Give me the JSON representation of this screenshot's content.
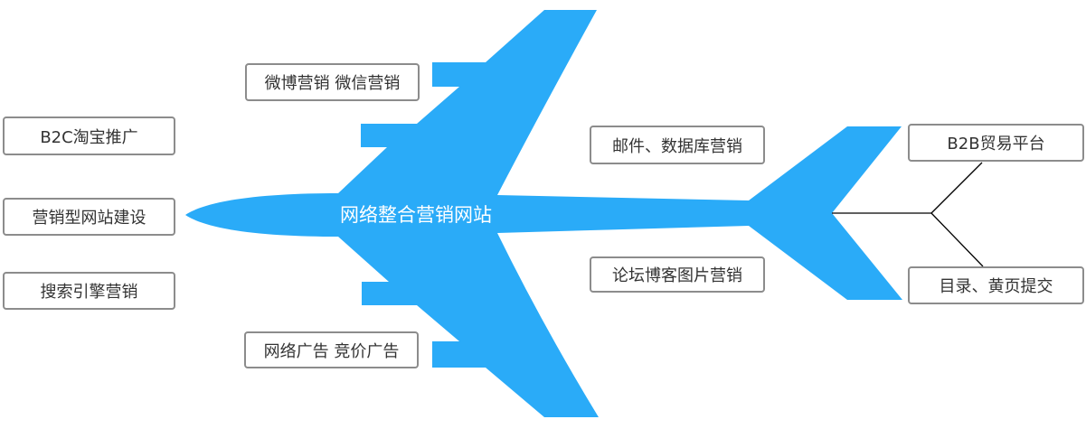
{
  "title": "网络整合营销网站",
  "colors": {
    "plane": "#2aabf8",
    "border": "#8c8c8c",
    "line": "#000000"
  },
  "left_nodes": [
    "B2C淘宝推广",
    "营销型网站建设",
    "搜索引擎营销"
  ],
  "wing_nodes": {
    "upper": "微博营销 微信营销",
    "lower": "网络广告 竞价广告"
  },
  "body_nodes": {
    "upper": "邮件、数据库营销",
    "lower": "论坛博客图片营销"
  },
  "tail_nodes": {
    "upper": "B2B贸易平台",
    "lower": "目录、黄页提交"
  }
}
